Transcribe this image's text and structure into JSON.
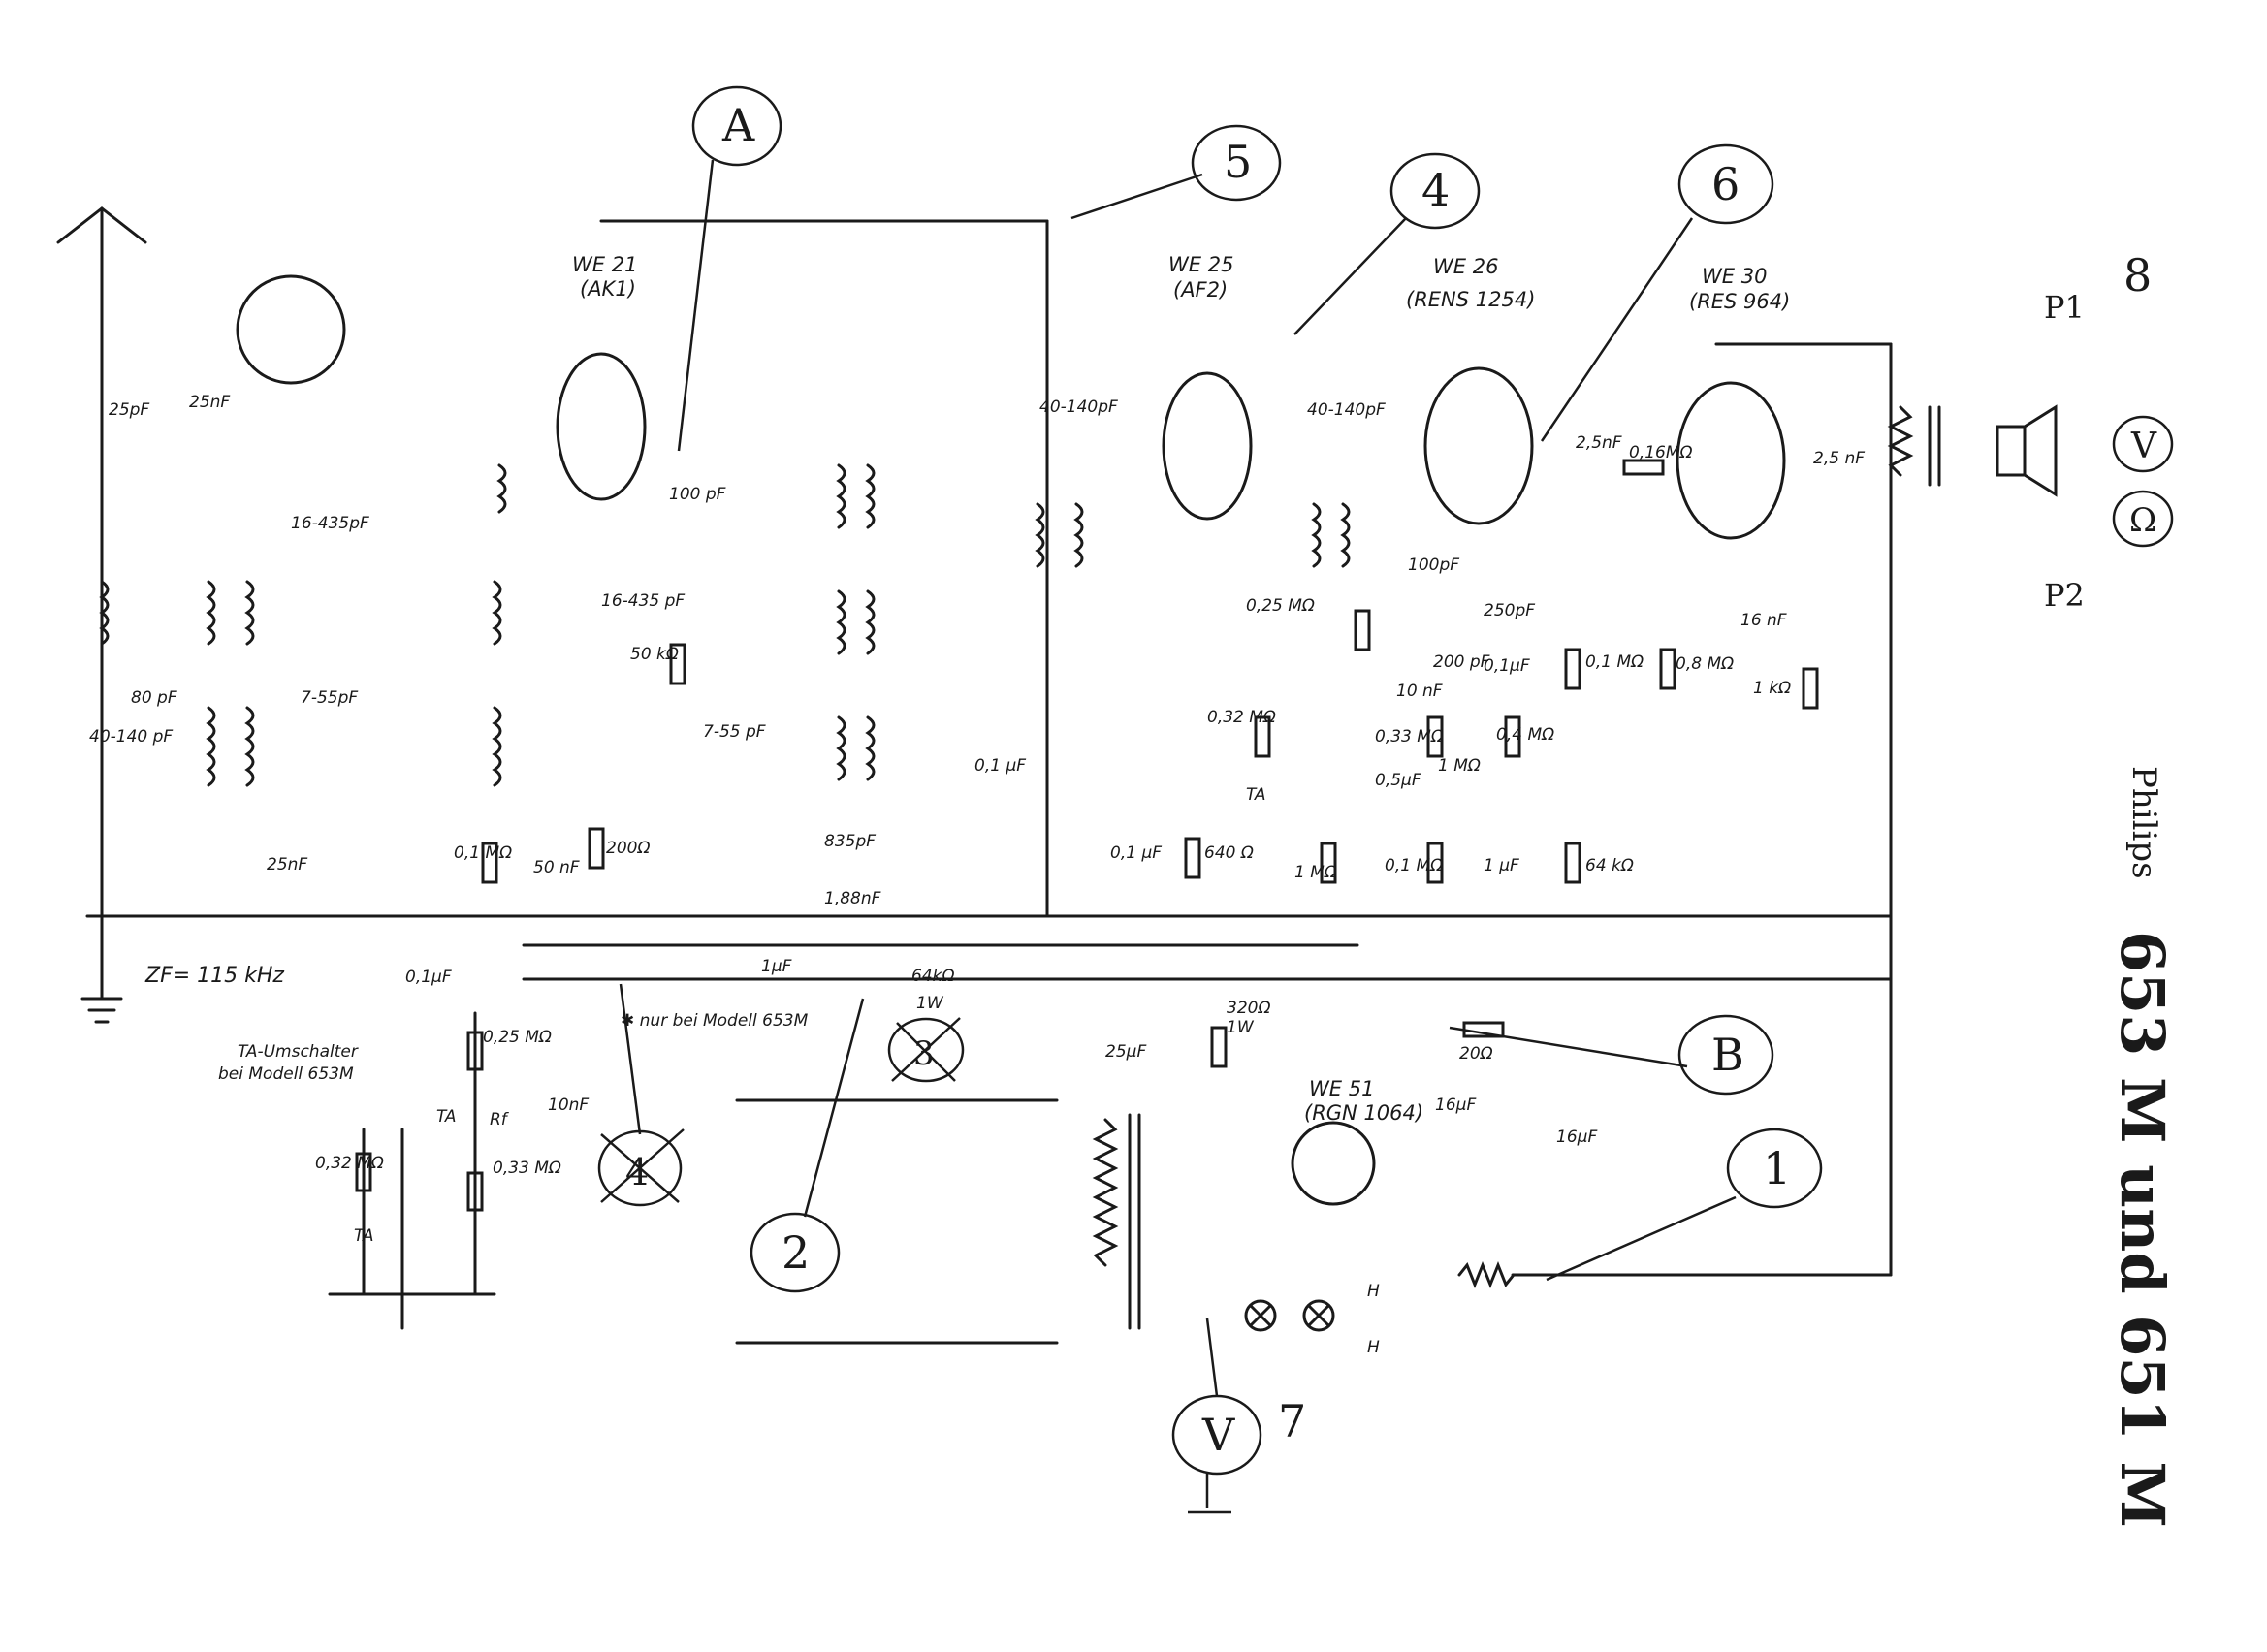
{
  "title": {
    "brand": "Philips",
    "model": "653 M und 651 M"
  },
  "tubes": [
    {
      "type": "WE 21",
      "code": "(AK1)"
    },
    {
      "type": "WE 25",
      "code": "(AF2)"
    },
    {
      "type": "WE 26",
      "code": "(RENS 1254)"
    },
    {
      "type": "WE 30",
      "code": "(RES 964)"
    },
    {
      "type": "WE 51",
      "code": "(RGN 1064)"
    }
  ],
  "component_labels": [
    "25pF",
    "25nF",
    "16-435pF",
    "7-55pF",
    "40-140 pF",
    "80 pF",
    "100 pF",
    "16-435 pF",
    "50 kΩ",
    "7-55 pF",
    "200Ω",
    "50 nF",
    "0,1 MΩ",
    "835pF",
    "1,88nF",
    "0,1 μF",
    "25nF",
    "40-140pF",
    "0,1 μF",
    "640 Ω",
    "40-140pF",
    "0,25 MΩ",
    "0,32 MΩ",
    "1 MΩ",
    "100pF",
    "250pF",
    "200 pF",
    "0,1μF",
    "10 nF",
    "0,33 MΩ",
    "1 MΩ",
    "0,5μF",
    "0,1 MΩ",
    "0,1 MΩ",
    "0,4 MΩ",
    "1 μF",
    "64 kΩ",
    "2,5nF",
    "0,16MΩ",
    "0,8 MΩ",
    "2,5 nF",
    "16 nF",
    "1 kΩ",
    "1μF",
    "64kΩ",
    "1W",
    "320Ω",
    "1W",
    "25μF",
    "16μF",
    "16μF",
    "20Ω"
  ],
  "notes": {
    "zf": "ZF= 115 kHz",
    "zf_cap": "0,1μF",
    "footnote": "✱ nur bei Modell 653M",
    "ta_switch_title": "TA-Umschalter",
    "ta_switch_sub": "bei Modell 653M",
    "ta_switch_labels": [
      "0,25 MΩ",
      "10nF",
      "0,32 MΩ",
      "TA",
      "Rf",
      "0,33 MΩ",
      "TA"
    ],
    "ta": "TA",
    "mains": [
      "H",
      "H"
    ]
  },
  "handwritten": {
    "circles": [
      "A",
      "5",
      "4",
      "6",
      "B",
      "1",
      "2",
      "V"
    ],
    "loose": [
      "8",
      "7"
    ],
    "crossed": [
      "4",
      "3"
    ],
    "meters": [
      "V",
      "Ω"
    ],
    "terminals": [
      "P1",
      "P2"
    ]
  }
}
